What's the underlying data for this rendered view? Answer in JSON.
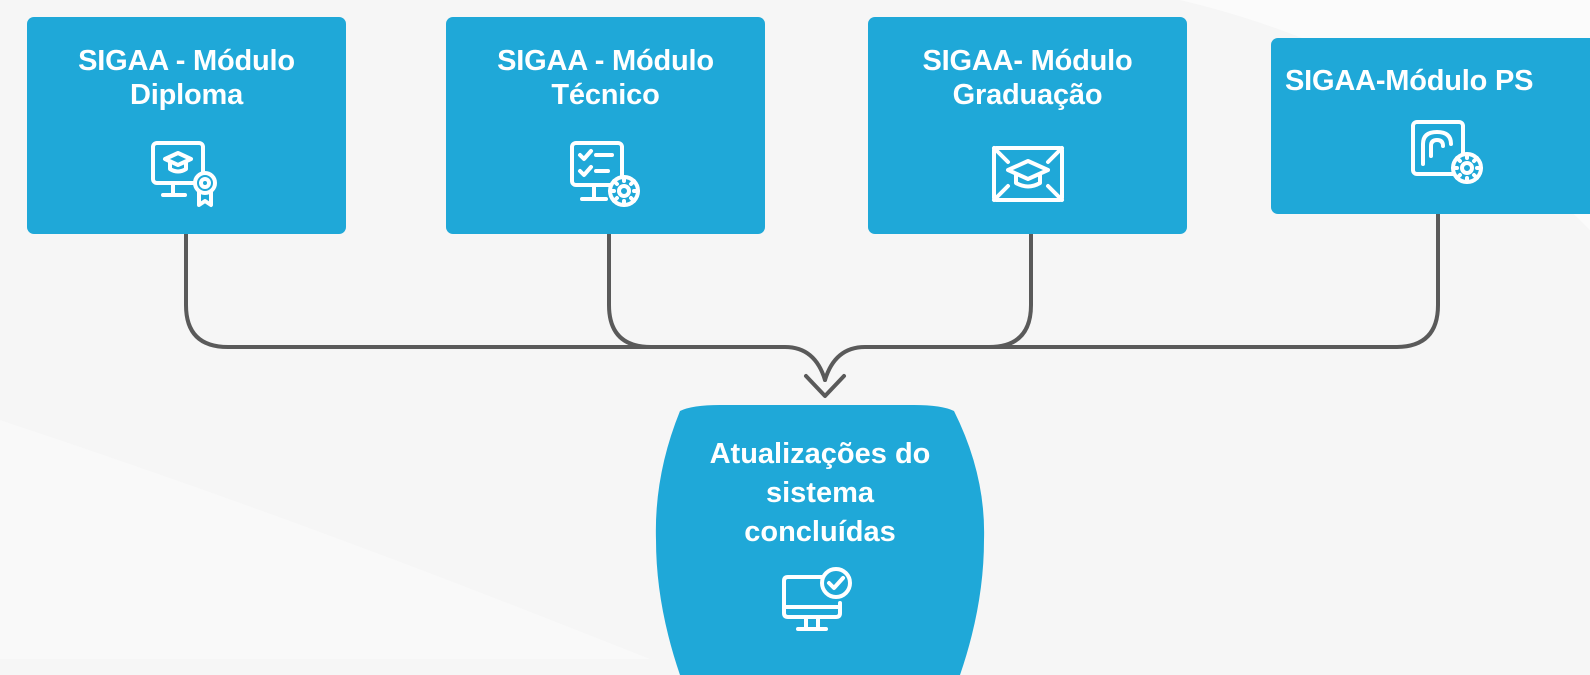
{
  "theme": {
    "box_color": "#1fa8d8",
    "text_color": "#ffffff",
    "connector_color": "#5a5a5a",
    "background": "#f6f6f6"
  },
  "modules": [
    {
      "title": "SIGAA - Módulo\nDiploma",
      "icon": "diploma-certificate-icon"
    },
    {
      "title": "SIGAA - Módulo\nTécnico",
      "icon": "checklist-settings-icon"
    },
    {
      "title": "SIGAA- Módulo\nGraduação",
      "icon": "graduation-cap-icon"
    },
    {
      "title": "SIGAA-Módulo PS",
      "icon": "document-settings-icon"
    }
  ],
  "result": {
    "title": "Atualizações do\nsistema\nconcluídas",
    "icon": "computer-check-icon"
  }
}
